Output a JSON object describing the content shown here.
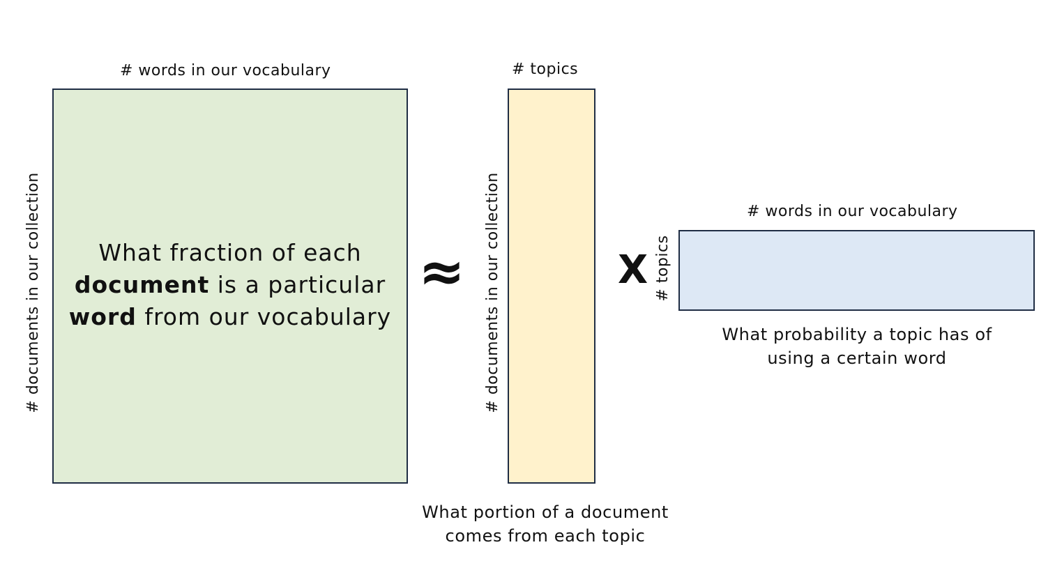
{
  "colors": {
    "doc_word_matrix": "#e1edd6",
    "doc_topic_matrix": "#fff2cc",
    "topic_word_matrix": "#dde8f5",
    "border": "#1f2d44"
  },
  "doc_word_matrix": {
    "top_label": "# words in our vocabulary",
    "side_label": "# documents in our collection",
    "text_line1": "What fraction of each",
    "text_line2_bold": "document",
    "text_line2_rest": " is a particular",
    "text_line3_bold": "word",
    "text_line3_rest": " from our vocabulary"
  },
  "approx_symbol": "≈",
  "doc_topic_matrix": {
    "top_label": "# topics",
    "side_label": "# documents in our collection",
    "caption_line1": "What portion of a document",
    "caption_line2": "comes from each topic"
  },
  "times_symbol": "X",
  "topic_word_matrix": {
    "top_label": "# words in our vocabulary",
    "side_label": "# topics",
    "caption_line1": "What probability a topic has of",
    "caption_line2": "using a certain word"
  }
}
